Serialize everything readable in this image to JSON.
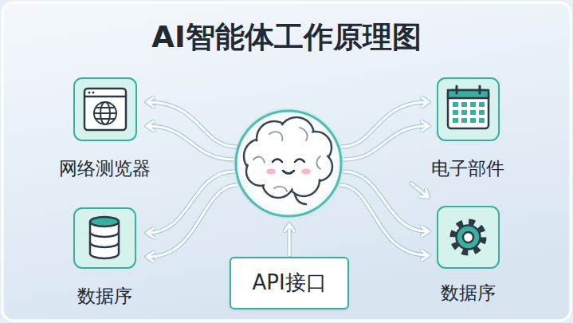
{
  "diagram": {
    "title": "AI智能体工作原理图",
    "nodes": [
      {
        "text": [
          "网络测览器"
        ]
      },
      {
        "text": [
          "电子部件"
        ]
      },
      {
        "text": [
          "数据序"
        ]
      },
      {
        "text": [
          "API接口"
        ]
      },
      {
        "text": [
          "数据序"
        ]
      }
    ]
  }
}
